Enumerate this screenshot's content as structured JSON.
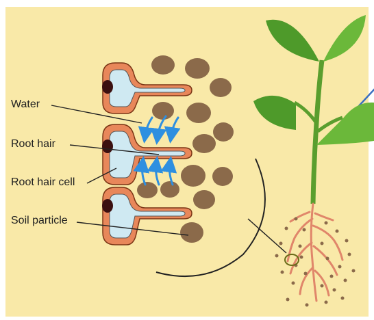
{
  "labels": {
    "water": "Water",
    "root_hair": "Root hair",
    "root_hair_cell": "Root hair cell",
    "soil_particle": "Soil particle"
  },
  "colors": {
    "background": "#f9e9a8",
    "cell_wall": "#e8875a",
    "cytoplasm": "#cfe9f2",
    "nucleus": "#3b1010",
    "soil": "#8b6a4a",
    "water_arrow": "#2e8fe0",
    "leaf": "#4e9a2a",
    "root": "#e0866a",
    "leader_line": "#222222"
  },
  "icons": [
    "water-arrow-icon",
    "plant-illustration"
  ]
}
